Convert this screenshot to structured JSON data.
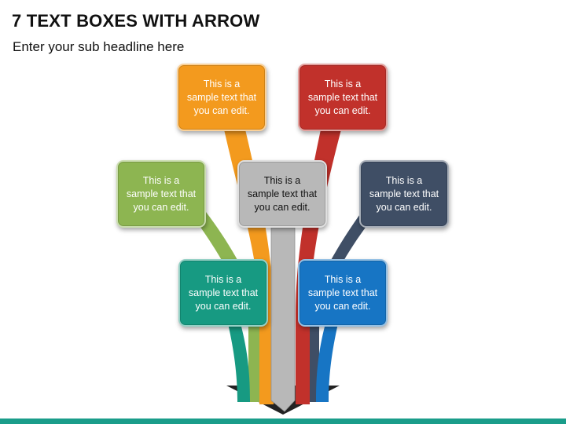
{
  "header": {
    "title": "7 TEXT BOXES WITH ARROW",
    "subtitle": "Enter your sub headline here"
  },
  "colors": {
    "orange": "#f39a1e",
    "red": "#c1312b",
    "green": "#8db551",
    "gray": "#b8b8b8",
    "navy": "#3f4e65",
    "teal": "#179a82",
    "blue": "#1775c4",
    "accent_bar": "#1a9d8a",
    "arrow_head": "#222222"
  },
  "boxes": {
    "orange": {
      "text": "This is a sample text that you can edit."
    },
    "red": {
      "text": "This is a sample text that you can edit."
    },
    "green": {
      "text": "This is a sample text that you can edit."
    },
    "gray": {
      "text": "This is a sample text that you can edit."
    },
    "navy": {
      "text": "This is a sample text that you can edit."
    },
    "teal": {
      "text": "This is a sample text that you can edit."
    },
    "blue": {
      "text": "This is a sample text that you can edit."
    }
  }
}
